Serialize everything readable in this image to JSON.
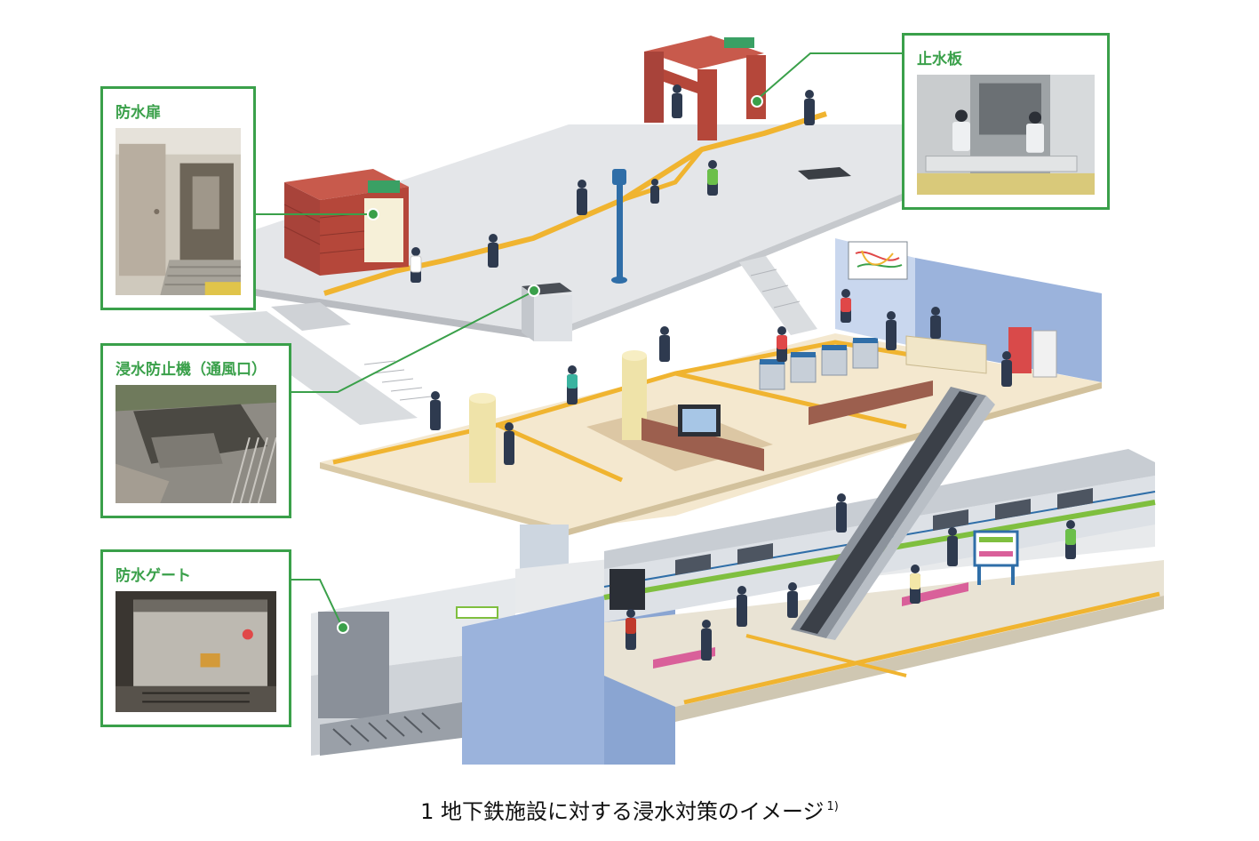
{
  "callouts": {
    "door": {
      "title": "防水扉"
    },
    "vent": {
      "title": "浸水防止機（通風口）"
    },
    "gate": {
      "title": "防水ゲート"
    },
    "board": {
      "title": "止水板"
    }
  },
  "caption": {
    "text": "1 地下鉄施設に対する浸水対策のイメージ",
    "note": "1)"
  },
  "colors": {
    "callout_green": "#3aa04a",
    "brick": "#b5473a",
    "tactile": "#f0b430",
    "wall_blue": "#9bb3dc",
    "train_stripe": "#7fbf3f"
  }
}
